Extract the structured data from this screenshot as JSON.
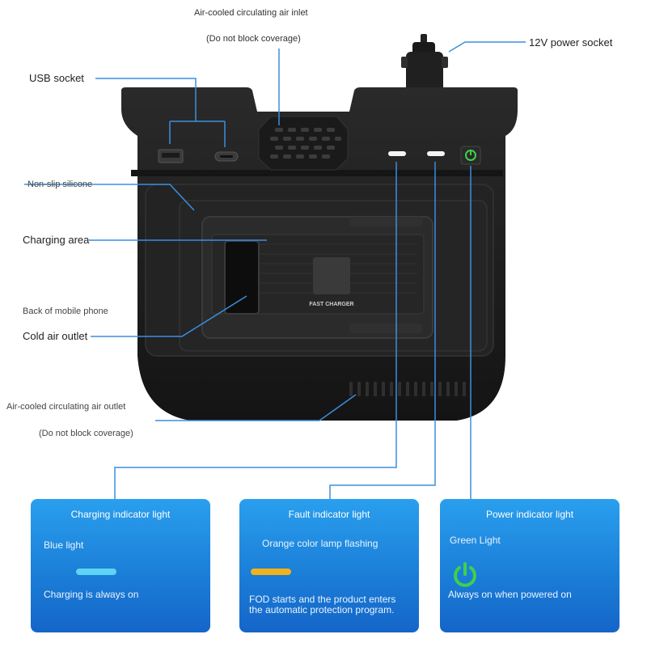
{
  "labels": {
    "air_inlet": "Air-cooled circulating air inlet",
    "air_inlet_note": "(Do not block coverage)",
    "power_socket": "12V power socket",
    "usb_socket": "USB socket",
    "non_slip": "Non-slip silicone",
    "charging_area": "Charging area",
    "back_of_phone": "Back of mobile phone",
    "cold_air_outlet": "Cold air outlet",
    "air_outlet": "Air-cooled circulating air outlet",
    "air_outlet_note": "(Do not block coverage)",
    "fast_charger": "FAST CHARGER"
  },
  "cards": [
    {
      "title": "Charging indicator light",
      "color_name": "Blue light",
      "description": "Charging is always on",
      "indicator_color": "#5fd4f5"
    },
    {
      "title": "Fault indicator light",
      "color_name": "Orange color lamp flashing",
      "description": "FOD starts and the product enters the automatic protection program.",
      "indicator_color": "#f2b21a"
    },
    {
      "title": "Power indicator light",
      "color_name": "Green Light",
      "description": "Always on when powered on",
      "indicator_color": "#3fd04a"
    }
  ],
  "colors": {
    "callout": "#3a8fe0",
    "device": "#1c1c1c",
    "card": "#1b7fd8"
  }
}
